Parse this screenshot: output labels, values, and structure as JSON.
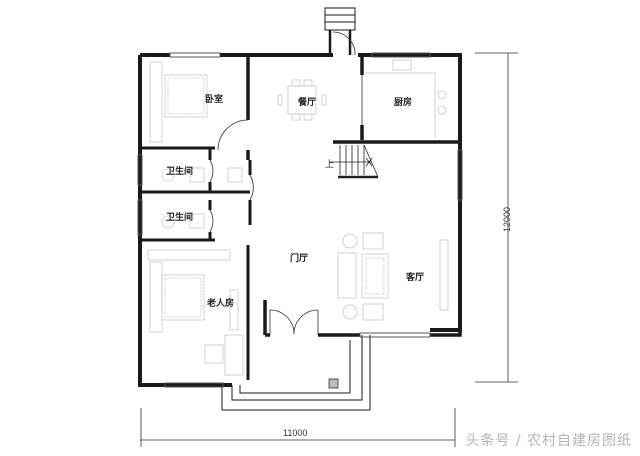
{
  "plan": {
    "rooms": {
      "bedroom": "卧室",
      "dining": "餐厅",
      "kitchen": "厨房",
      "bath_upper": "卫生间",
      "bath_lower": "卫生间",
      "elder_room": "老人房",
      "foyer": "门厅",
      "living": "客厅"
    },
    "stair_label": "上",
    "dimensions": {
      "height": "12000",
      "width": "11000"
    }
  },
  "watermark": "头条号 / 农村自建房图纸",
  "colors": {
    "wall": "#1a1a1a",
    "furniture": "#c8c8c8",
    "window": "#555555"
  }
}
